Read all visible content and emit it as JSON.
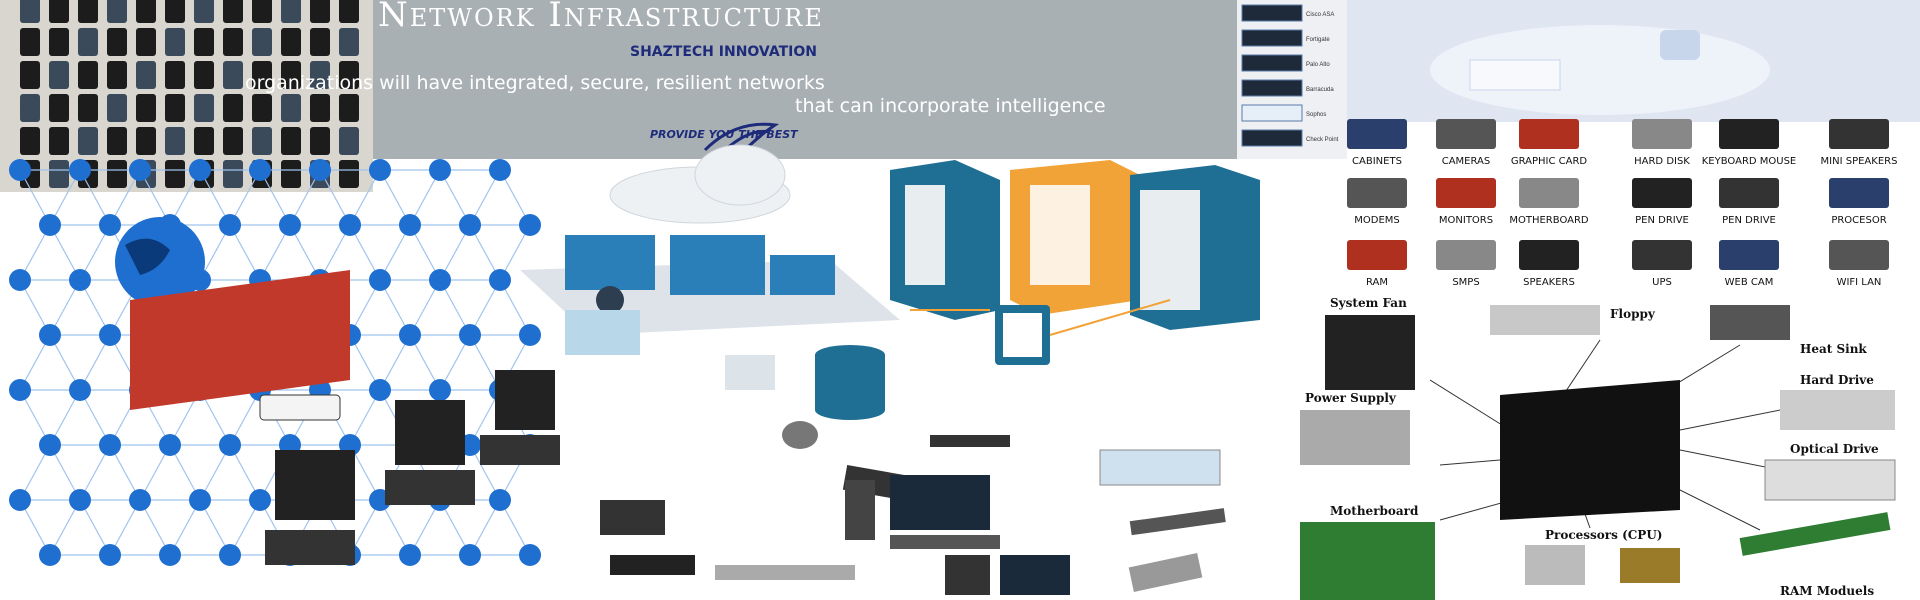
{
  "banner": {
    "title": "Network Infrastructure",
    "subtitle_line1": "organizations will have integrated, secure, resilient networks",
    "subtitle_line2": "that can incorporate intelligence"
  },
  "logo": {
    "name": "SHAZTECH INNOVATION",
    "tagline": "PROVIDE YOU THE BEST"
  },
  "firewalls": [
    "Cisco ASA",
    "Fortigate",
    "Palo Alto",
    "Barracuda",
    "Sophos",
    "Check Point"
  ],
  "hardware_grid": [
    [
      "CABINETS",
      "CAMERAS",
      "GRAPHIC CARD",
      "HARD DISK",
      "KEYBOARD MOUSE",
      "MINI SPEAKERS"
    ],
    [
      "MODEMS",
      "MONITORS",
      "MOTHERBOARD",
      "PEN DRIVE",
      "PEN DRIVE",
      "PROCESOR"
    ],
    [
      "RAM",
      "SMPS",
      "SPEAKERS",
      "UPS",
      "WEB CAM",
      "WIFI LAN"
    ]
  ],
  "computer_parts": {
    "system_fan": "System Fan",
    "floppy": "Floppy",
    "heat_sink": "Heat Sink",
    "hard_drive": "Hard Drive",
    "power_supply": "Power Supply",
    "optical_drive": "Optical Drive",
    "motherboard": "Motherboard",
    "processors": "Processors (CPU)",
    "ram": "RAM Moduels"
  },
  "colors": {
    "banner_grey": "#a9b0b4",
    "network_blue": "#1f6fd1",
    "server_teal": "#1f6f94",
    "server_orange": "#f2a337",
    "firewall_red": "#c0392b"
  }
}
